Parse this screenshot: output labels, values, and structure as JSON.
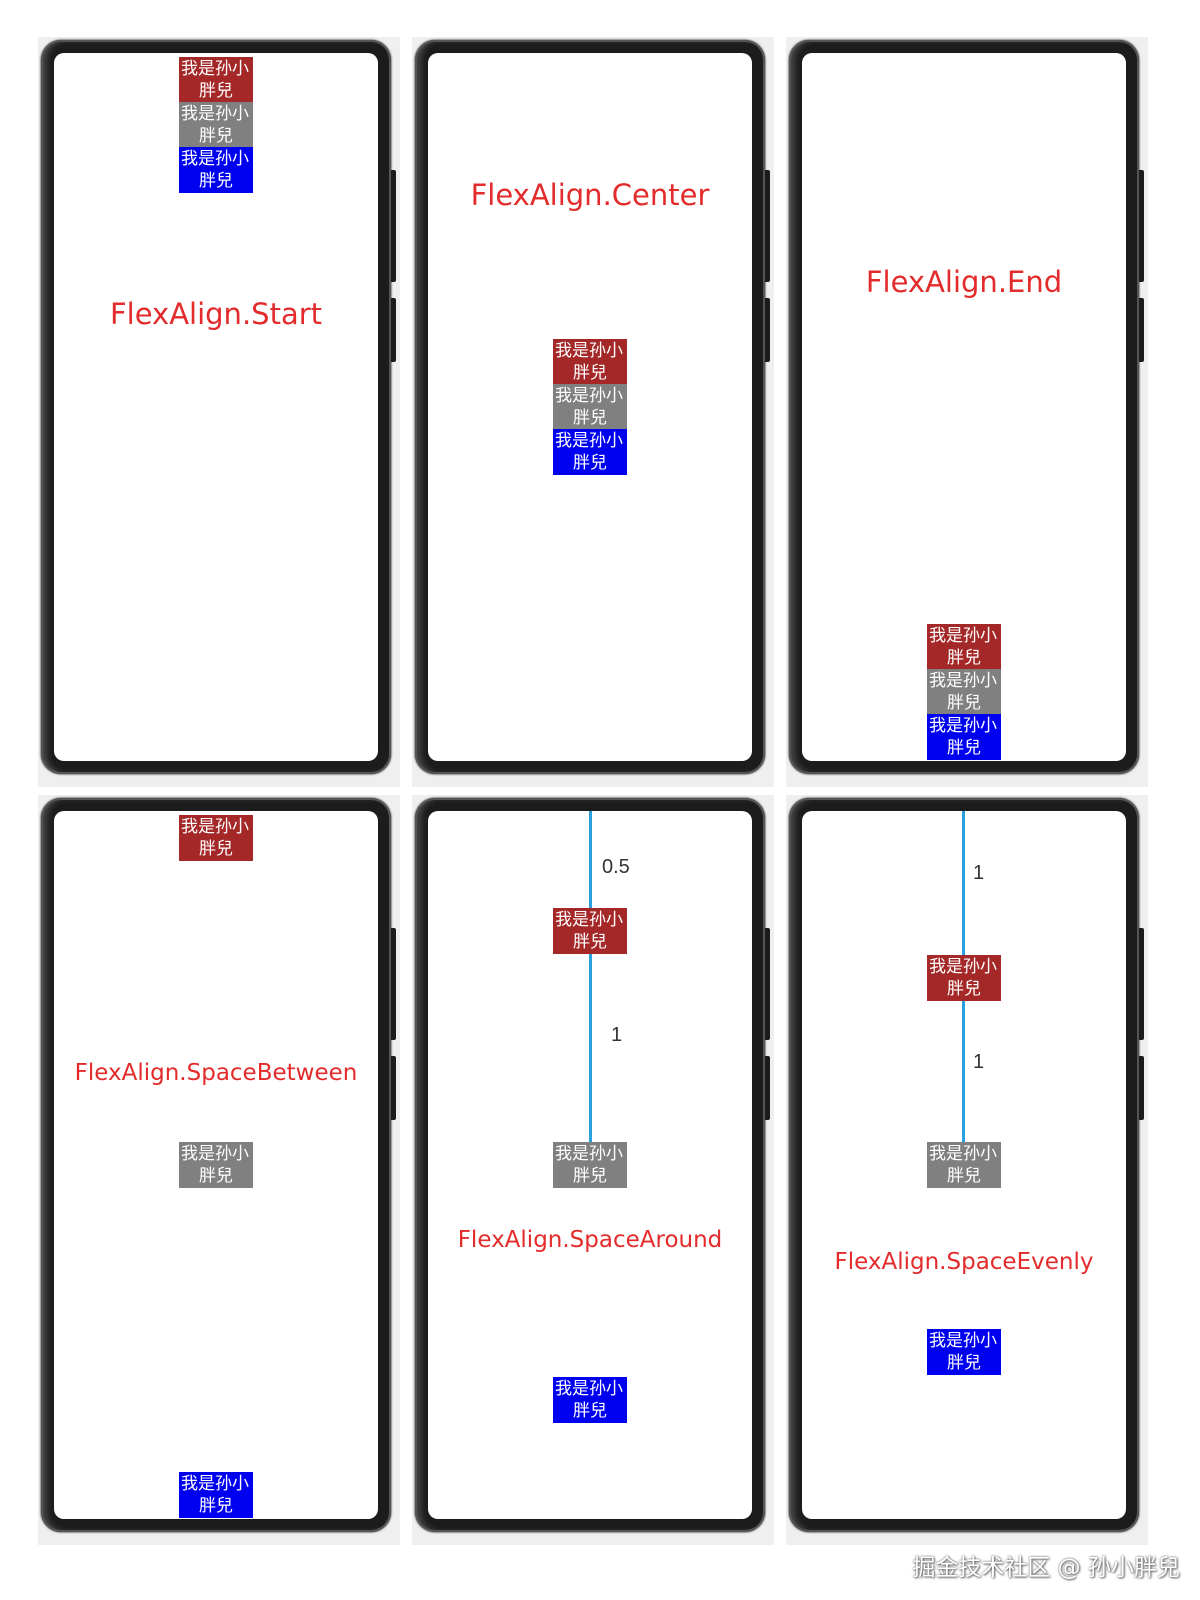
{
  "box_text": [
    "我是孙小",
    "胖兒"
  ],
  "colors": {
    "box1": "#a52828",
    "box2": "#808080",
    "box3": "#0000f0",
    "label": "#e32b2b",
    "guide": "#2aa1dc"
  },
  "panels": {
    "start": {
      "label": "FlexAlign.Start"
    },
    "center": {
      "label": "FlexAlign.Center"
    },
    "end": {
      "label": "FlexAlign.End"
    },
    "between": {
      "label": "FlexAlign.SpaceBetween"
    },
    "around": {
      "label": "FlexAlign.SpaceAround",
      "gap_top": "0.5",
      "gap_mid": "1"
    },
    "evenly": {
      "label": "FlexAlign.SpaceEvenly",
      "gap_top": "1",
      "gap_mid": "1"
    }
  },
  "watermark": "掘金技术社区 @ 孙小胖兒"
}
